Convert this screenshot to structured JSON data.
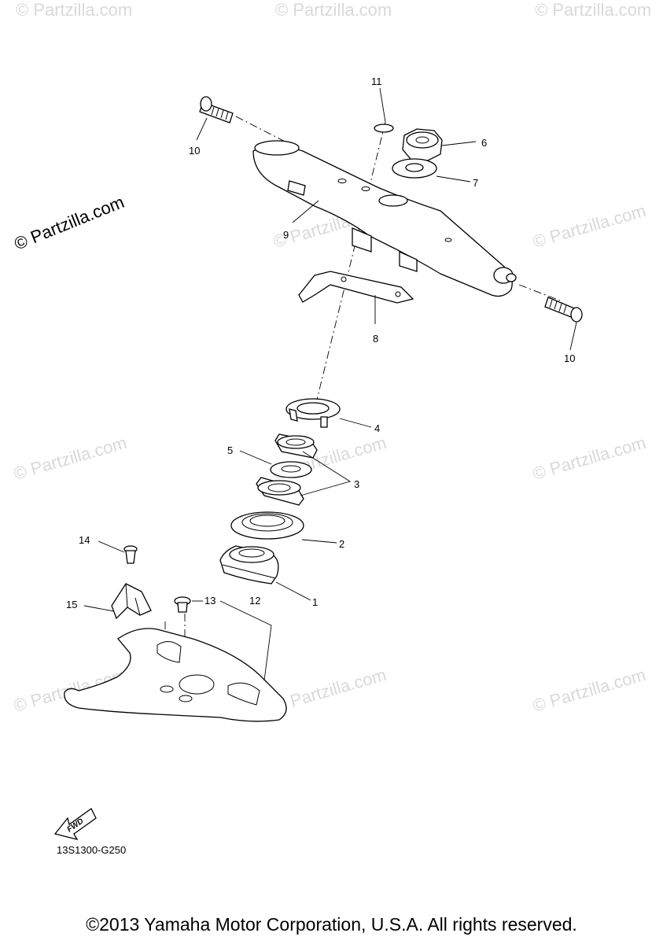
{
  "watermark_text": "© Partzilla.com",
  "callouts": {
    "c1": "1",
    "c2": "2",
    "c3": "3",
    "c4": "4",
    "c5": "5",
    "c6": "6",
    "c7": "7",
    "c8": "8",
    "c9": "9",
    "c10a": "10",
    "c10b": "10",
    "c11": "11",
    "c12": "12",
    "c13": "13",
    "c14": "14",
    "c15": "15"
  },
  "fwd_label": "FWD",
  "diagram_code": "13S1300-G250",
  "copyright": "©2013 Yamaha Motor Corporation, U.S.A. All rights reserved."
}
